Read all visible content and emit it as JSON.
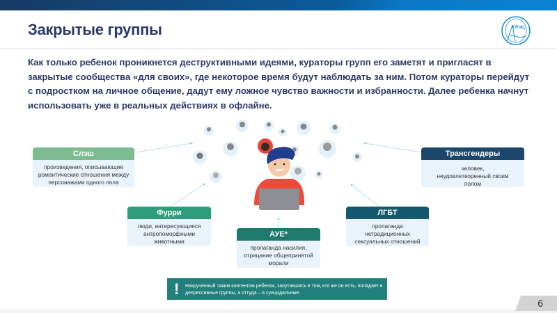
{
  "header": {
    "title": "Закрытые группы",
    "logo_text": "ГРЧЦ"
  },
  "intro": "Как только ребенок проникнется деструктивными идеями, кураторы групп его заметят и пригласят в закрытые сообщества «для своих», где некоторое время будут наблюдать за ним. Потом кураторы перейдут с подростком на личное общение, дадут ему ложное чувство важности и избранности. Далее ребенка начнут использовать уже в реальных действиях в офлайне.",
  "cards": [
    {
      "title": "Слэш",
      "text": "произведения, описывающие романтические отношения между персонажами одного пола",
      "color": "#7dbb91"
    },
    {
      "title": "Фурри",
      "text": "люди, интересующиеся антропоморфными животными",
      "color": "#2e9e7a"
    },
    {
      "title": "АУЕ*",
      "text": "пропаганда насилия, отрицание общепринятой морали",
      "color": "#1f7a6e"
    },
    {
      "title": "ЛГБТ",
      "text": "пропаганда нетрадиционных сексуальных отношений",
      "color": "#14596e"
    },
    {
      "title": "Трансгендеры",
      "text": "человек, неудовлетворенный своим полом",
      "color": "#1d476a"
    }
  ],
  "alert": {
    "icon": "exclamation-icon",
    "text": "Накрученный таким контентом ребенок, запутавшись в  том, кто же он есть, попадает в депрессивные группы, а  оттуда – в суицидальные."
  },
  "page_number": "6"
}
